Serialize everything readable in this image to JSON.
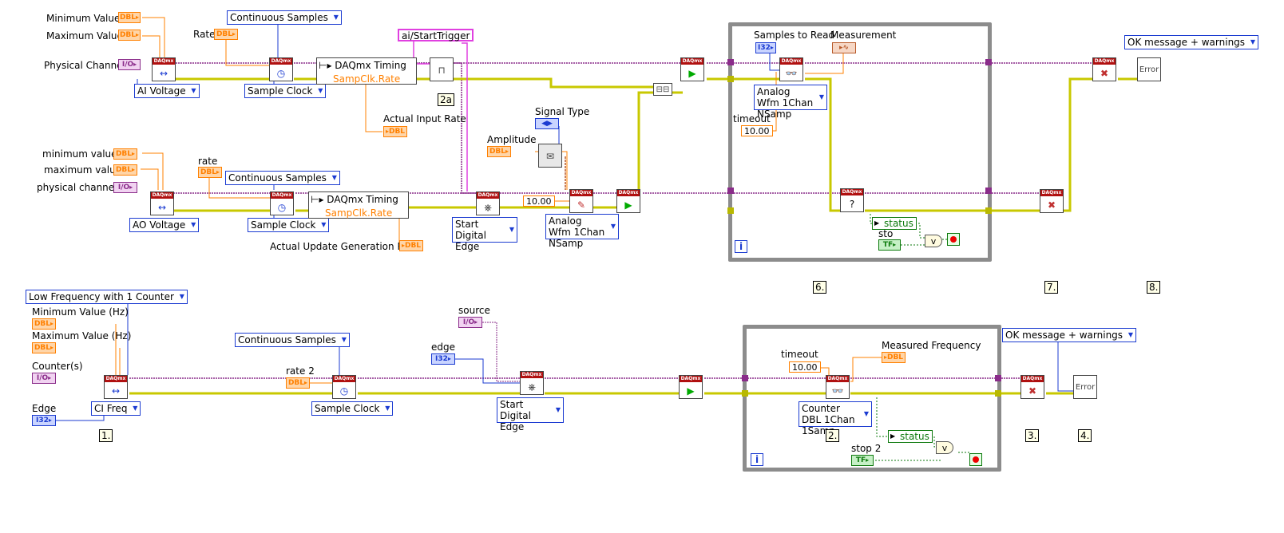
{
  "ai_task": {
    "minimum_value_label": "Minimum Value",
    "maximum_value_label": "Maximum Value",
    "physical_channel_label": "Physical Channel",
    "rate_label": "Rate",
    "sample_mode": "Continuous Samples",
    "create_channel_type": "AI Voltage",
    "timing_type": "Sample Clock",
    "property_title": "DAQmx Timing",
    "property_item": "SampClk.Rate",
    "actual_rate_label": "Actual Input Rate",
    "trigger_source": "ai/StartTrigger",
    "step_label": "2a"
  },
  "ao_task": {
    "minimum_value_label": "minimum value",
    "maximum_value_label": "maximum value",
    "physical_channels_label": "physical channels",
    "rate_label": "rate",
    "sample_mode": "Continuous Samples",
    "create_channel_type": "AO Voltage",
    "timing_type": "Sample Clock",
    "property_title": "DAQmx Timing",
    "property_item": "SampClk.Rate",
    "actual_rate_label": "Actual Update Generation Rate",
    "trigger_type": "Start Digital Edge",
    "signal_type_label": "Signal Type",
    "amplitude_label": "Amplitude",
    "amplitude_value": "10.00",
    "write_type": "Analog Wfm 1Chan NSamp"
  },
  "ai_loop": {
    "samples_to_read_label": "Samples to Read",
    "measurement_label": "Measurement",
    "read_type": "Analog Wfm 1Chan NSamp",
    "timeout_label": "timeout",
    "timeout_value": "10.00",
    "status_label": "status",
    "stop_label": "sto",
    "iteration": "i",
    "step_label": "6."
  },
  "ai_end": {
    "error_mode": "OK message + warnings",
    "step7": "7.",
    "step8": "8."
  },
  "ci_task": {
    "measurement_type": "Low Frequency with 1 Counter",
    "minimum_value_label": "Minimum Value (Hz)",
    "maximum_value_label": "Maximum Value (Hz)",
    "counter_label": "Counter(s)",
    "edge_label": "Edge",
    "create_channel_type": "CI Freq",
    "step1": "1.",
    "sample_mode": "Continuous Samples",
    "rate_label": "rate 2",
    "timing_type": "Sample Clock",
    "source_label": "source",
    "edge2_label": "edge",
    "trigger_type": "Start Digital Edge"
  },
  "ci_loop": {
    "timeout_label": "timeout",
    "timeout_value": "10.00",
    "measured_frequency_label": "Measured Frequency",
    "read_type": "Counter DBL 1Chan 1Samp",
    "step2": "2.",
    "status_label": "status",
    "stop_label": "stop 2",
    "iteration": "i"
  },
  "ci_end": {
    "error_mode": "OK message + warnings",
    "step3": "3.",
    "step4": "4."
  },
  "terminals": {
    "dbl": "DBL",
    "io": "I/O",
    "i32": "I32",
    "tf": "TF",
    "daqmx": "DAQmx"
  },
  "colors": {
    "error_wire": "#c8c800",
    "task_wire": "#8a2c8a",
    "numeric_wire": "#ff8000",
    "enum_wire": "#1b3bd1",
    "bool_wire": "#0d7a0d",
    "waveform_wire": "#b85a2a",
    "loop_border": "#8c8c8c"
  }
}
